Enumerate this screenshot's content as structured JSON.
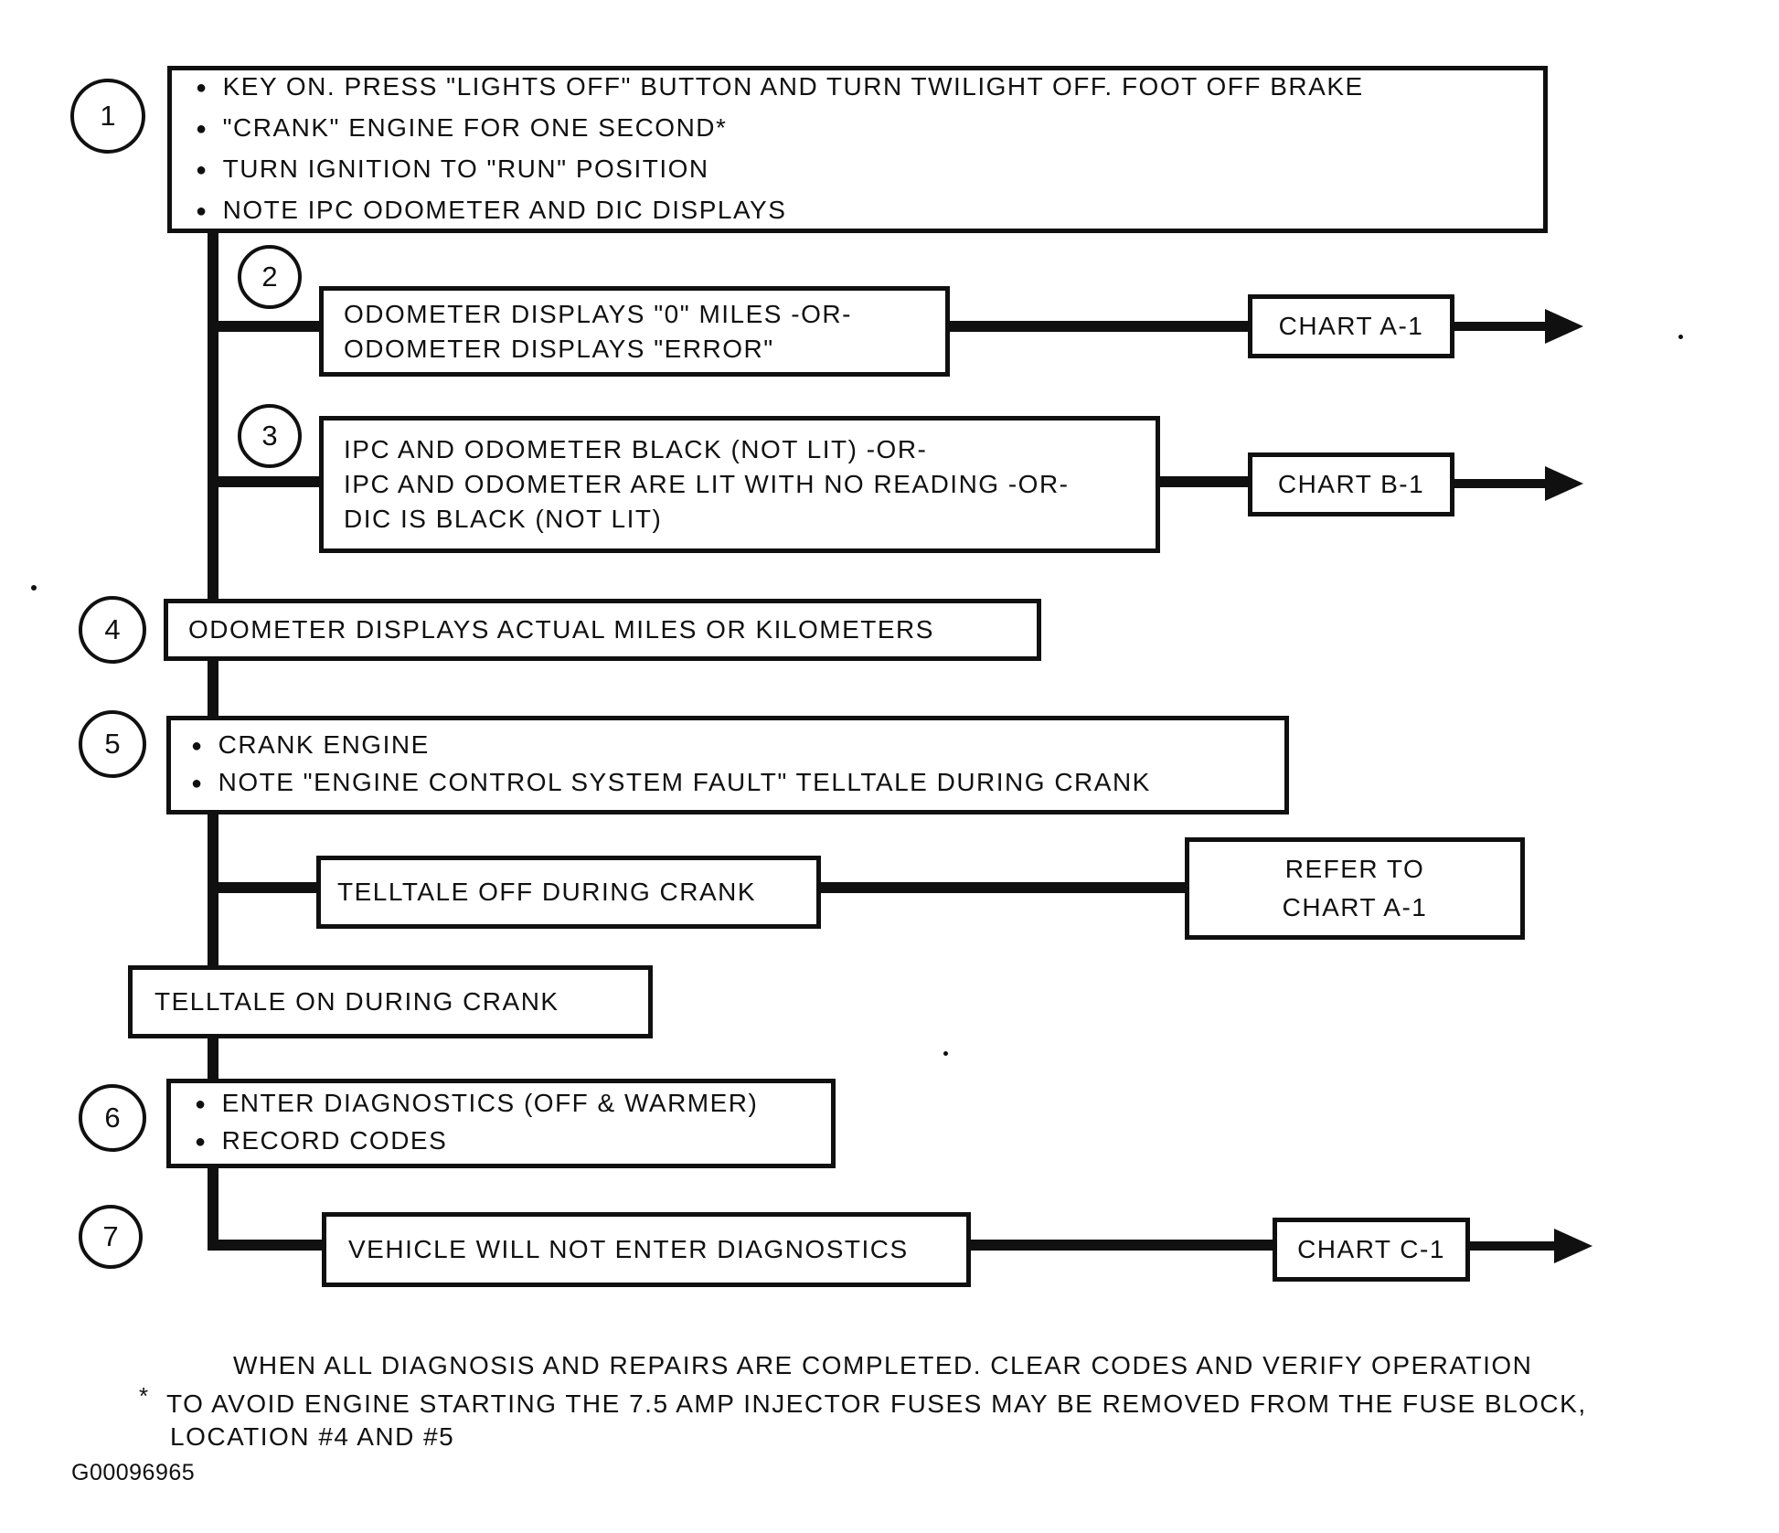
{
  "glyphs": {
    "bullet": "●"
  },
  "steps": [
    {
      "number": "1",
      "lines": [
        "KEY ON. PRESS \"LIGHTS OFF\" BUTTON AND TURN TWILIGHT OFF. FOOT OFF BRAKE",
        "\"CRANK\" ENGINE FOR ONE SECOND*",
        "TURN IGNITION TO \"RUN\" POSITION",
        "NOTE IPC ODOMETER AND DIC DISPLAYS"
      ]
    },
    {
      "number": "2",
      "lines": [
        "ODOMETER DISPLAYS \"0\" MILES -OR-",
        "ODOMETER DISPLAYS \"ERROR\""
      ],
      "target": "CHART A-1"
    },
    {
      "number": "3",
      "lines": [
        "IPC AND ODOMETER BLACK (NOT LIT) -OR-",
        "IPC AND ODOMETER ARE LIT WITH NO READING -OR-",
        "DIC IS BLACK (NOT LIT)"
      ],
      "target": "CHART B-1"
    },
    {
      "number": "4",
      "lines": [
        "ODOMETER DISPLAYS ACTUAL MILES OR KILOMETERS"
      ]
    },
    {
      "number": "5",
      "lines": [
        "CRANK ENGINE",
        "NOTE \"ENGINE CONTROL SYSTEM FAULT\" TELLTALE DURING CRANK"
      ]
    },
    {
      "number": "6",
      "lines": [
        "ENTER DIAGNOSTICS (OFF & WARMER)",
        "RECORD CODES"
      ]
    },
    {
      "number": "7",
      "lines": [
        "VEHICLE WILL NOT ENTER DIAGNOSTICS"
      ],
      "target": "CHART C-1"
    }
  ],
  "branches": {
    "telltale_off": {
      "label": "TELLTALE OFF DURING CRANK"
    },
    "telltale_on": {
      "label": "TELLTALE ON DURING CRANK"
    },
    "refer": {
      "line1": "REFER TO",
      "line2": "CHART A-1"
    }
  },
  "targets": {
    "chart_a1": "CHART A-1",
    "chart_b1": "CHART B-1",
    "chart_c1": "CHART C-1"
  },
  "footer": {
    "line1": "WHEN ALL DIAGNOSIS AND REPAIRS ARE COMPLETED. CLEAR CODES AND VERIFY OPERATION",
    "footnote_marker": "*",
    "line2": "TO AVOID ENGINE STARTING THE 7.5 AMP INJECTOR FUSES MAY BE REMOVED FROM THE FUSE BLOCK,",
    "line3": "LOCATION #4 AND #5"
  },
  "figure": {
    "code": "G00096965"
  }
}
